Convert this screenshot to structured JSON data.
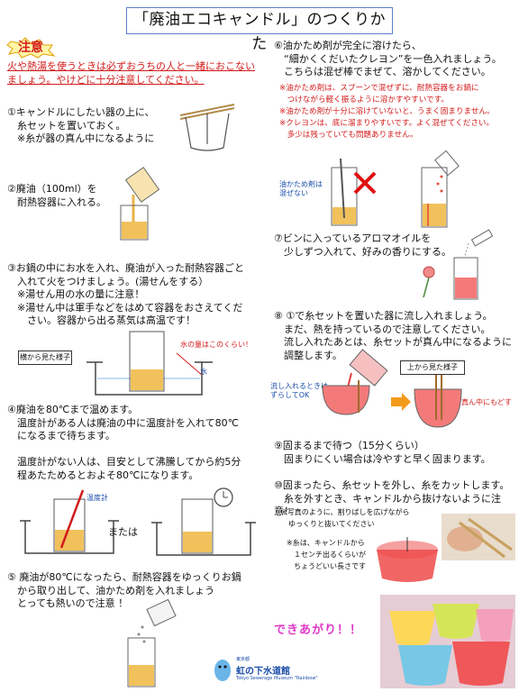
{
  "title": "「廃油エコキャンドル」のつくりかた",
  "warning": {
    "badge": "注意",
    "lines": [
      "火や熱湯を使うときは必ずおうちの人と一緒におこない",
      "ましょう。やけどに十分注意してください。"
    ]
  },
  "step1": {
    "lines": [
      "①キャンドルにしたい器の上に、",
      "　糸セットを置いておく。",
      "　※糸が器の真ん中になるように"
    ]
  },
  "step2": {
    "lines": [
      "②廃油（100ml）を",
      "　耐熱容器に入れる。"
    ]
  },
  "step3": {
    "lines": [
      "③お鍋の中にお水を入れ、廃油が入った耐熱容器ごと",
      "　入れて火をつけましょう。(湯せんをする）",
      "　※湯せん用の水の量に注意！",
      "　※湯せん中は軍手などをはめて容器をおさえてくだ",
      "　　さい。容器から出る蒸気は高温です！"
    ],
    "side_label": "横から見た様子",
    "water_note": "水の量はこのくらい！",
    "water_label": "水"
  },
  "step4": {
    "lines": [
      "④廃油を80℃まで温めます。",
      "　温度計がある人は廃油の中に温度計を入れて80℃",
      "　になるまで待ちます。",
      "",
      "　温度計がない人は、目安として沸騰してから約5分",
      "　程あたためるとおよそ80℃になります。"
    ],
    "thermometer_label": "温度計",
    "or_text": "または"
  },
  "step5": {
    "lines": [
      "⑤ 廃油が80℃になったら、耐熱容器をゆっくりお鍋",
      "　から取り出して、油かため剤を入れましょう",
      "　とっても熱いので注意 ！"
    ]
  },
  "step6": {
    "lines": [
      "⑥油かため剤が完全に溶けたら、",
      "　“細かくくだいたクレヨン”を一色入れましょう。",
      "　こちらは混ぜ棒でまぜて、溶かしてください。"
    ],
    "notes": [
      "※油かため剤は、スプーンで混ぜずに、耐熱容器をお鍋に",
      "　つけながら軽く振るように溶かすやすいです。",
      "※油かため剤が十分に溶けていないと、うまく固まりません。",
      "※クレヨンは、底に溜まりやすいです。よく混ぜてください。",
      "　多少は残っていても問題ありません。"
    ],
    "no_mix_label": [
      "油かため剤は",
      "混ぜない"
    ]
  },
  "step7": {
    "lines": [
      "⑦ビンに入っているアロマオイルを",
      "　少しずつ入れて、好みの香りにする。"
    ]
  },
  "step8": {
    "lines": [
      "⑧ ①で糸セットを置いた器に流し入れましょう。",
      "　まだ、熱を持っているので注意してください。",
      "　流し入れたあとは、糸セットが真ん中になるように",
      "　調整します。"
    ],
    "top_view_label": "上から見た様子",
    "pour_note": [
      "流し入れるときは",
      "ずらしてOK"
    ],
    "center_note": "真ん中にもどす"
  },
  "step9": {
    "lines": [
      "⑨固まるまで待つ（15分くらい）",
      "　固まりにくい場合は冷やすと早く固まります。"
    ]
  },
  "step10": {
    "lines": [
      "⑩固まったら、糸セットを外し、糸をカットします。",
      "　糸を外すとき、キャンドルから抜けないように注意！"
    ],
    "photo_note": [
      "※写真のように、割りばしを広げながら",
      "　ゆっくりと抜いてください"
    ],
    "thread_note": [
      "※糸は、キャンドルから",
      "　１センチ出るくらいが",
      "　ちょうどいい長さです"
    ]
  },
  "done": "できあがり！！",
  "logo": {
    "top": "東京都",
    "main": "虹の下水道館",
    "sub": "Tokyo Sewerage Museum \"Rainbow\""
  },
  "colors": {
    "accent_red": "#d21b1b",
    "title_border": "#5a7fc8",
    "done_pink": "#e03ac8"
  }
}
